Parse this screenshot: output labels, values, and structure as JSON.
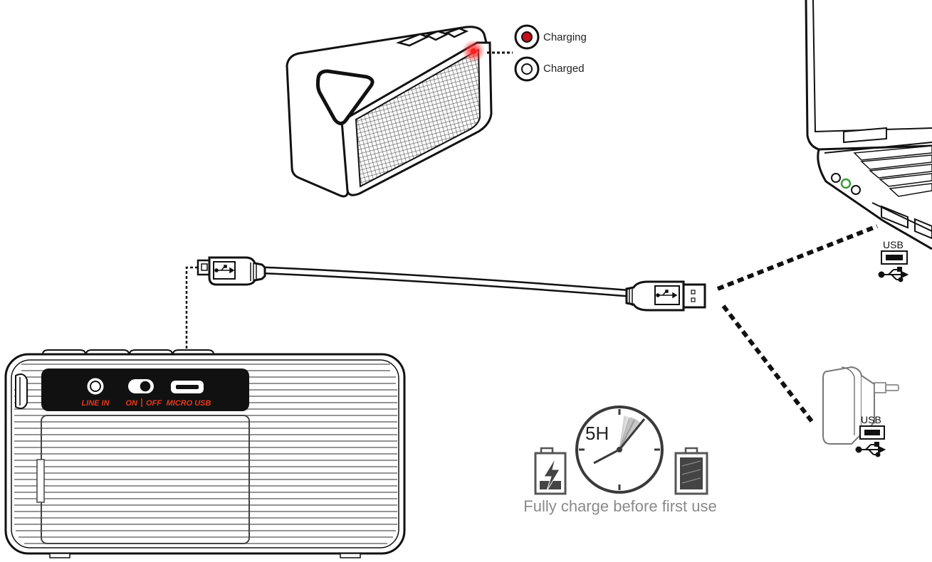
{
  "indicator": {
    "charging_label": "Charging",
    "charged_label": "Charged",
    "charging_color": "#c3121e"
  },
  "ports": {
    "line_in_label": "LINE IN",
    "on_label": "ON",
    "off_label": "OFF",
    "micro_usb_label": "MICRO USB",
    "label_color": "#e8391b"
  },
  "usb_labels": {
    "laptop": "USB",
    "adapter": "USB"
  },
  "charge_info": {
    "duration": "5H",
    "caption": "Fully charge before first use"
  },
  "icons": [
    "speaker-cube",
    "speaker-bar",
    "usb-cable",
    "laptop",
    "wall-adapter",
    "clock",
    "battery-low-charging-icon",
    "battery-full-icon",
    "usb-symbol-icon",
    "led-indicator-icon"
  ]
}
